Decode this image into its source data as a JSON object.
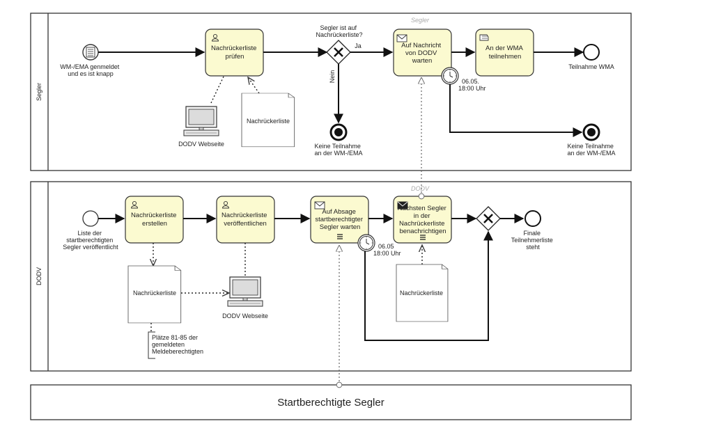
{
  "pools": {
    "segler": {
      "lane_label": "Segler",
      "watermark": "Segler"
    },
    "dodv": {
      "lane_label": "DODV",
      "watermark": "DODV"
    },
    "collapsed": {
      "label": "Startberechtigte Segler"
    }
  },
  "segler": {
    "start_event": [
      "WM-/EMA genmeldet",
      "und es ist knapp"
    ],
    "task_check": [
      "Nachrückerliste",
      "prüfen"
    ],
    "webseite": "DODV Webseite",
    "doc_list": "Nachrückerliste",
    "gateway_question": [
      "Segler ist auf",
      "Nachrückerliste?"
    ],
    "yes": "Ja",
    "no": "Nein",
    "end_no": [
      "Keine Teilnahme",
      "an der WM-/EMA"
    ],
    "task_wait": [
      "Auf Nachricht",
      "von DODV",
      "warten"
    ],
    "timer": [
      "06.05.",
      "18:00 Uhr"
    ],
    "task_join": [
      "An der WMA",
      "teilnehmen"
    ],
    "end_yes": "Teilnahme WMA",
    "end_timeout": [
      "Keine Teilnahme",
      "an der WM-/EMA"
    ]
  },
  "dodv": {
    "start_event": [
      "Liste der",
      "startberechtigten",
      "Segler veröffentlicht"
    ],
    "task_create": [
      "Nachrückerliste",
      "erstellen"
    ],
    "task_publish": [
      "Nachrückerliste",
      "veröffentlichen"
    ],
    "doc_list": "Nachrückerliste",
    "annotation": [
      "Plätze 81-85 der",
      "gemeldeten",
      "Meldeberechtigten"
    ],
    "webseite": "DODV Webseite",
    "task_wait": [
      "Auf Absage",
      "startberechtigter",
      "Segler warten"
    ],
    "timer": [
      "06.05",
      "18:00 Uhr"
    ],
    "task_notify": [
      "Nächsten Segler",
      "in der",
      "Nachrückerliste",
      "benachrichtigen"
    ],
    "doc_list2": "Nachrückerliste",
    "end_event": [
      "Finale",
      "Teilnehmerliste",
      "steht"
    ]
  }
}
